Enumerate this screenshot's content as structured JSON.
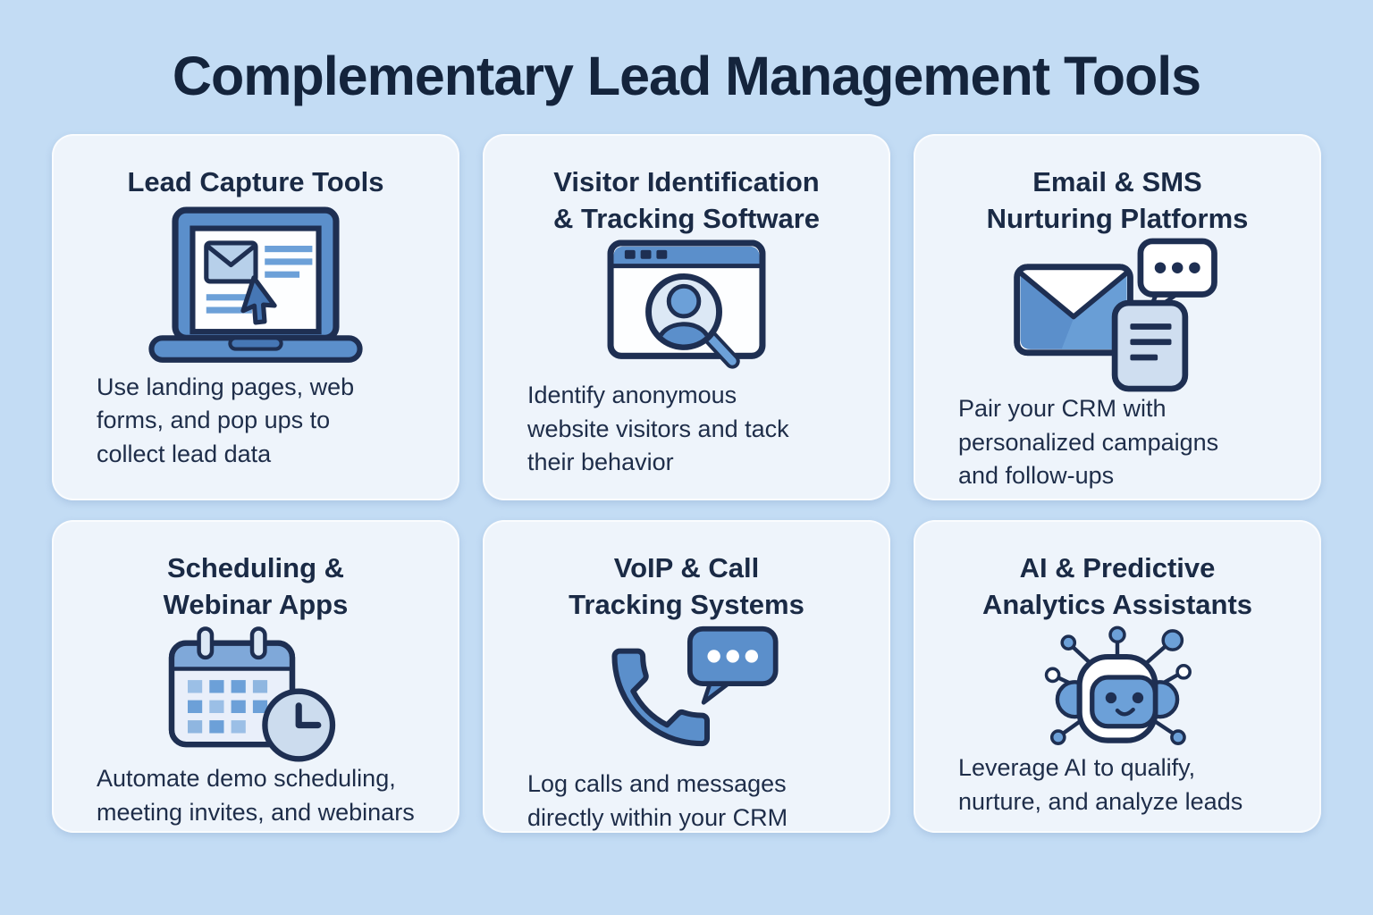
{
  "page": {
    "title": "Complementary Lead Management Tools",
    "colors": {
      "background": "#c3dcf4",
      "card_background": "#eef4fb",
      "heading": "#14243c",
      "body_text": "#1e2d49",
      "icon_blue": "#5b8fcb",
      "icon_mid_blue": "#6ca0d8",
      "icon_light_blue": "#a9c8e8",
      "icon_pale_blue": "#dce8f5",
      "icon_outline_navy": "#1e2f52"
    }
  },
  "cards": [
    {
      "id": "lead-capture-tools",
      "title": "Lead Capture Tools",
      "icon": "laptop-lead-form-icon",
      "description": "Use landing pages, web\nforms, and pop ups to\ncollect lead data"
    },
    {
      "id": "visitor-identification-tracking",
      "title": "Visitor Identification\n& Tracking Software",
      "icon": "browser-visitor-search-icon",
      "description": "Identify anonymous\nwebsite visitors and tack\ntheir behavior"
    },
    {
      "id": "email-sms-nurturing",
      "title": "Email & SMS\nNurturing Platforms",
      "icon": "email-chat-note-icon",
      "description": "Pair your CRM with\npersonalized campaigns\nand follow-ups"
    },
    {
      "id": "scheduling-webinar-apps",
      "title": "Scheduling &\nWebinar Apps",
      "icon": "calendar-clock-icon",
      "description": "Automate demo scheduling,\nmeeting invites, and webinars"
    },
    {
      "id": "voip-call-tracking",
      "title": "VoIP & Call\nTracking Systems",
      "icon": "phone-chat-icon",
      "description": "Log calls and messages\ndirectly within your CRM"
    },
    {
      "id": "ai-predictive-analytics",
      "title": "AI & Predictive\nAnalytics Assistants",
      "icon": "robot-ai-icon",
      "description": "Leverage AI to qualify,\nnurture, and analyze leads"
    }
  ]
}
